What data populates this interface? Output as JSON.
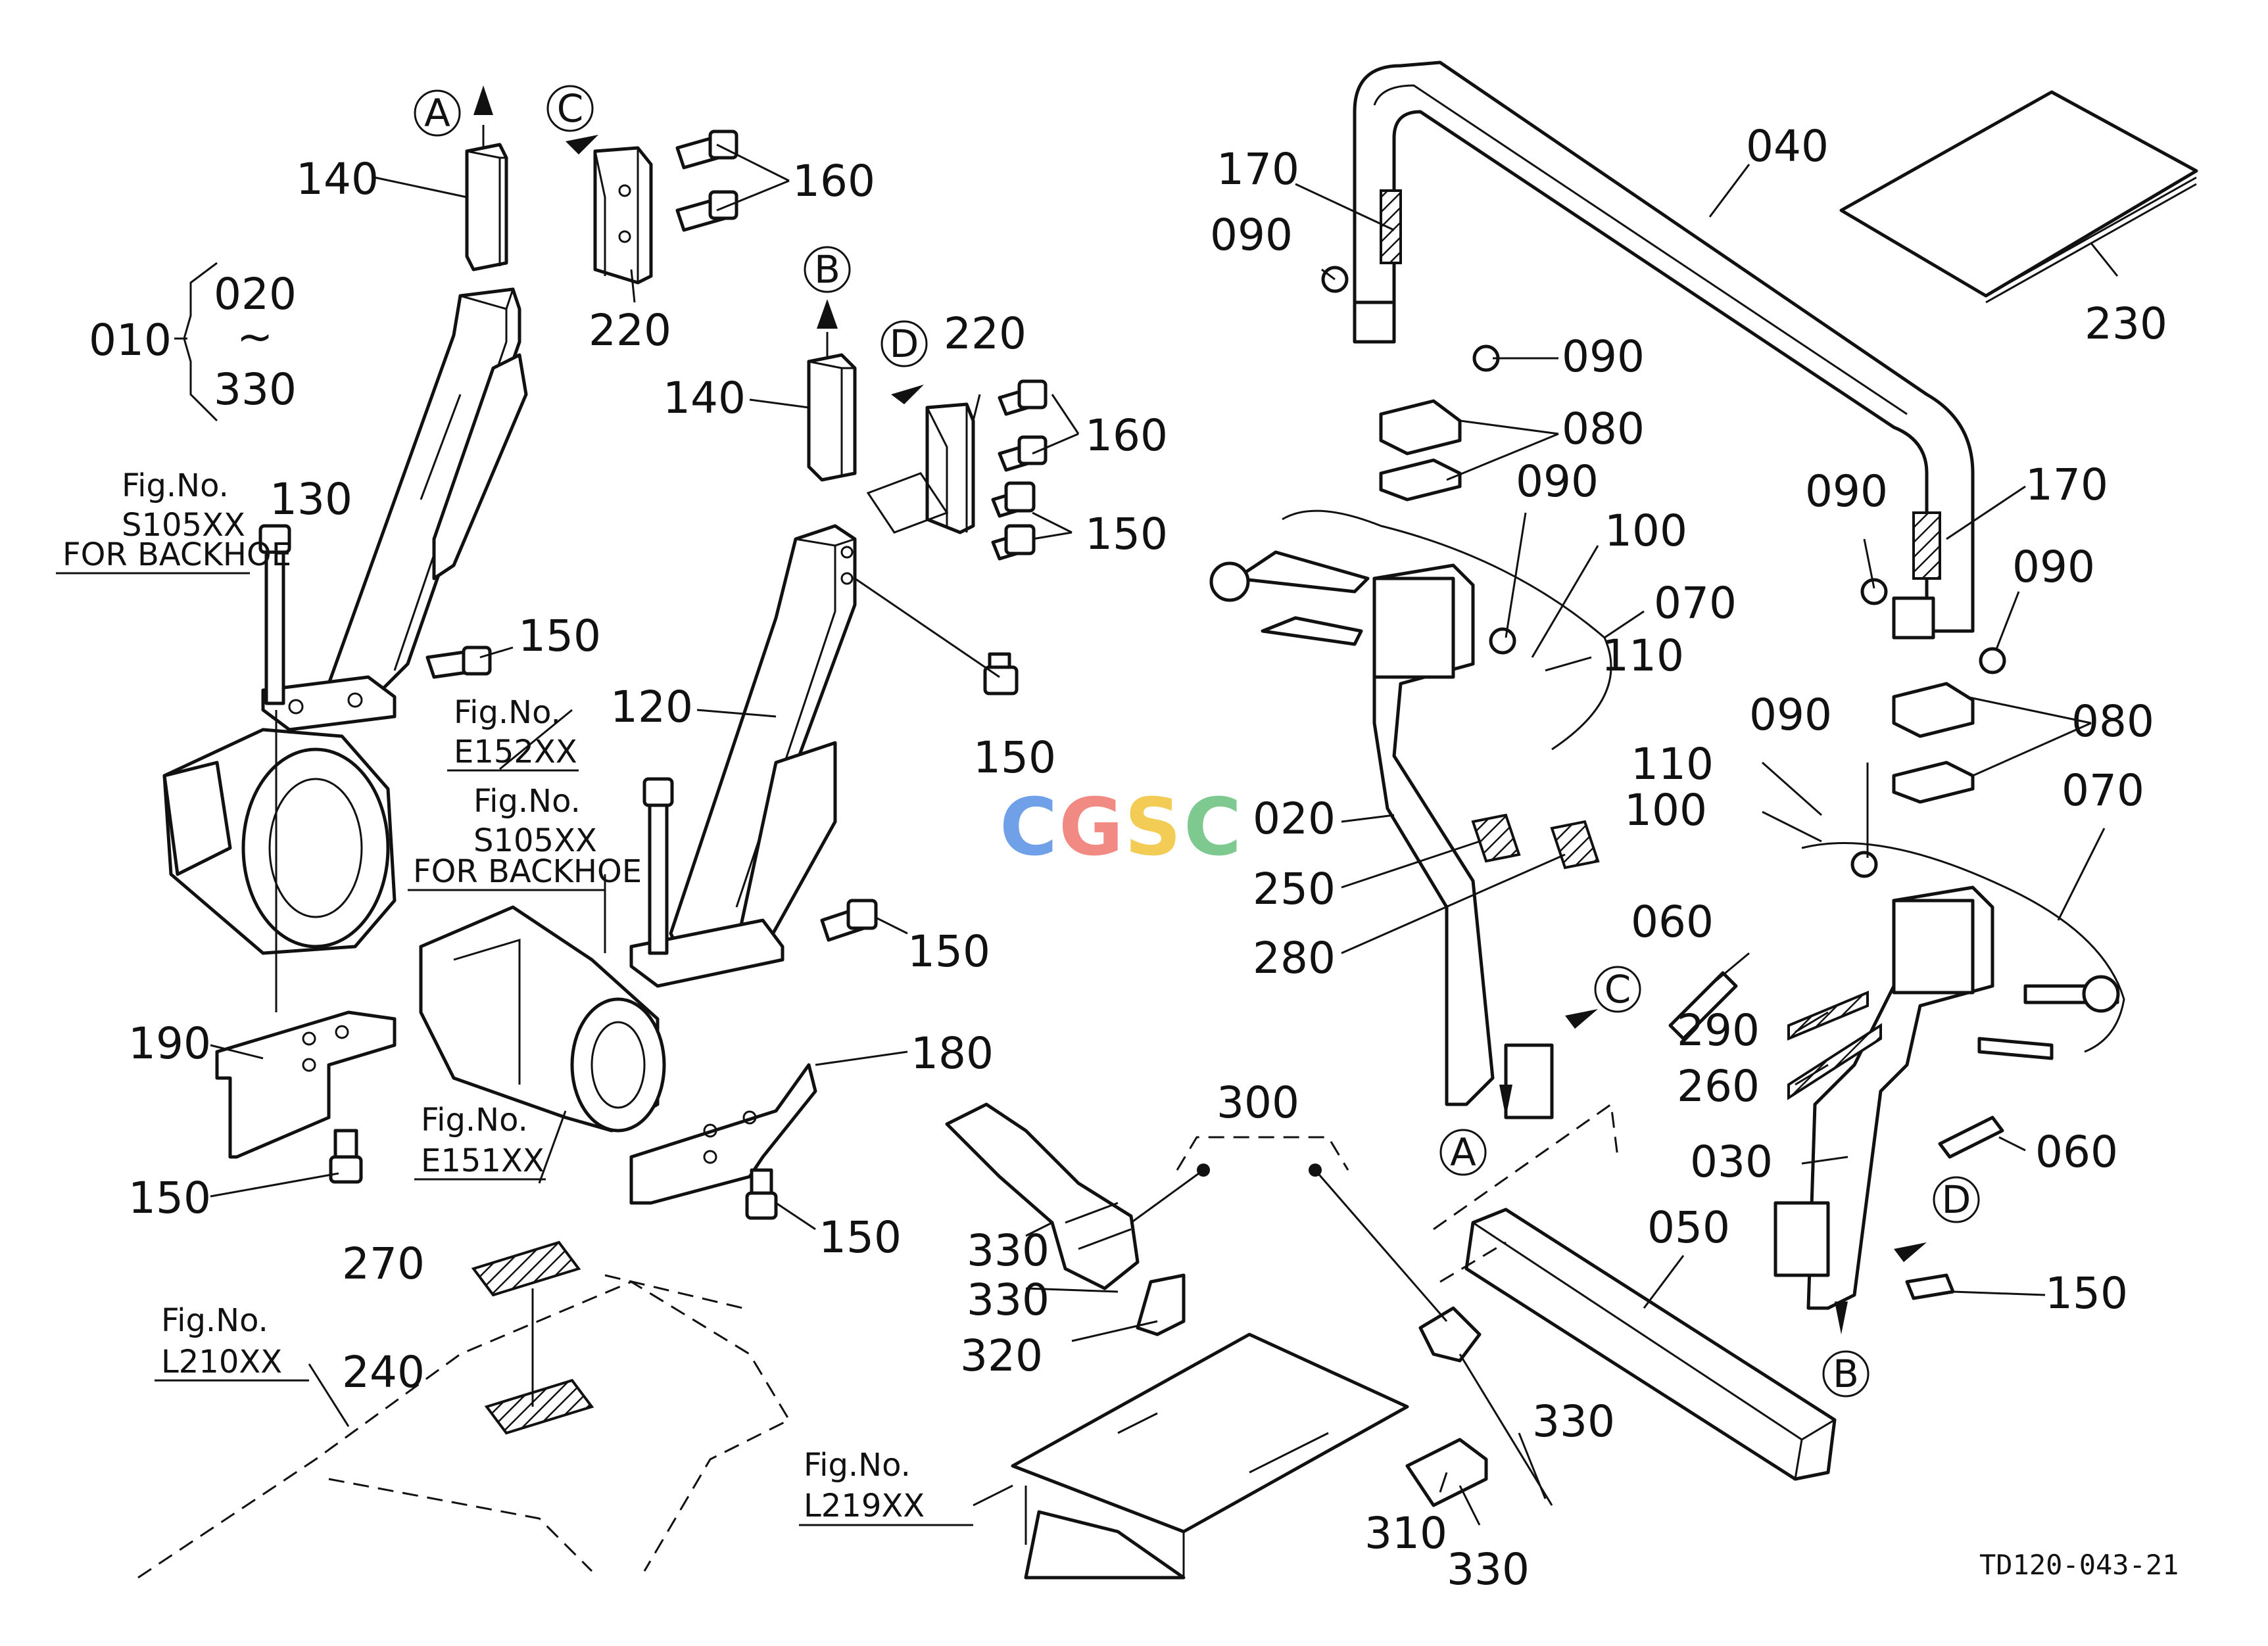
{
  "drawing_code": "TD120-043-21",
  "watermark": {
    "letters": [
      "C",
      "G",
      "S",
      "C"
    ],
    "colors": [
      "#6fa0e8",
      "#f08a82",
      "#f2cc55",
      "#7ec98f"
    ]
  },
  "assembly": {
    "main": "010",
    "range_from": "020",
    "range_sep": "~",
    "range_to": "330"
  },
  "view_markers": {
    "a": "A",
    "b": "B",
    "c": "C",
    "d": "D"
  },
  "figure_refs": {
    "s105_top": {
      "fig": "Fig.No.",
      "code": "S105XX",
      "note": "FOR  BACKHOE"
    },
    "e152": {
      "fig": "Fig.No.",
      "code": "E152XX"
    },
    "s105_mid": {
      "fig": "Fig.No.",
      "code": "S105XX",
      "note": "FOR  BACKHOE"
    },
    "e151": {
      "fig": "Fig.No.",
      "code": "E151XX"
    },
    "l210": {
      "fig": "Fig.No.",
      "code": "L210XX"
    },
    "l219": {
      "fig": "Fig.No.",
      "code": "L219XX"
    }
  },
  "part_numbers": {
    "p140_left": "140",
    "p160_top": "160",
    "p220_left": "220",
    "p130": "130",
    "p150_a": "150",
    "p140_mid": "140",
    "p220_mid": "220",
    "p160_mid": "160",
    "p150_b": "150",
    "p150_c": "150",
    "p120": "120",
    "p150_d": "150",
    "p180": "180",
    "p190": "190",
    "p150_e": "150",
    "p150_f": "150",
    "p270": "270",
    "p240": "240",
    "p300": "300",
    "p330_a": "330",
    "p330_b": "330",
    "p320": "320",
    "p330_c": "330",
    "p310": "310",
    "p330_d": "330",
    "p170_top": "170",
    "p090_a": "090",
    "p040": "040",
    "p090_b": "090",
    "p080_a": "080",
    "p090_c": "090",
    "p100_a": "100",
    "p070_a": "070",
    "p110_a": "110",
    "p230": "230",
    "p090_d": "090",
    "p170_right": "170",
    "p090_e": "090",
    "p090_f": "090",
    "p080_b": "080",
    "p110_b": "110",
    "p100_b": "100",
    "p070_b": "070",
    "p020": "020",
    "p250": "250",
    "p280": "280",
    "p060_a": "060",
    "p290": "290",
    "p260": "260",
    "p030": "030",
    "p060_b": "060",
    "p050": "050",
    "p150_g": "150"
  }
}
